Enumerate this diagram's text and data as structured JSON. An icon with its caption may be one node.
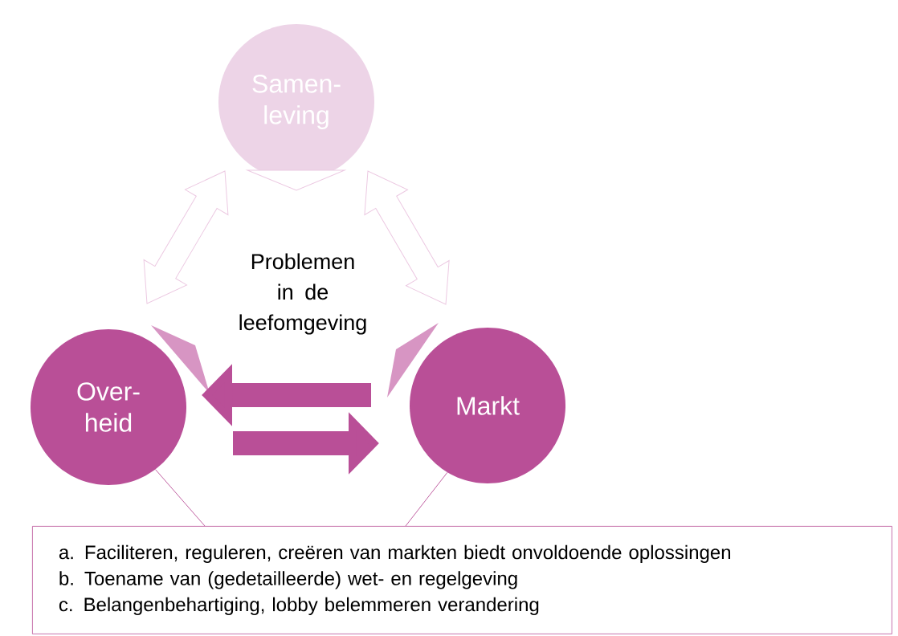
{
  "diagram": {
    "nodes": [
      {
        "text": [
          "Samen- leving"
        ]
      },
      {
        "text": [
          "Over- heid"
        ]
      },
      {
        "text": [
          "Markt"
        ]
      },
      {
        "text": [
          "Problemen in de leefomgeving"
        ]
      },
      {
        "text": [
          "a. Faciliteren, reguleren, creëren van markten biedt onvoldoende oplossingen",
          "b. Toename van (gedetailleerde) wet- en regelgeving",
          "c. Belangenbehartiging, lobby belemmeren verandering"
        ]
      }
    ],
    "edges": [
      {
        "from": 0,
        "to": 1,
        "arrow": "both",
        "color": "#ecc9e2"
      },
      {
        "from": 0,
        "to": 2,
        "arrow": "both",
        "color": "#ecc9e2"
      },
      {
        "from": 0,
        "to": 3,
        "arrow": "to",
        "color": "#ecc9e2"
      },
      {
        "from": 1,
        "to": 3,
        "arrow": "none",
        "color": "#d795c3"
      },
      {
        "from": 2,
        "to": 3,
        "arrow": "none",
        "color": "#d795c3"
      },
      {
        "from": 2,
        "to": 1,
        "arrow": "to",
        "style": "thick"
      },
      {
        "from": 1,
        "to": 2,
        "arrow": "to",
        "style": "thick"
      },
      {
        "from": 4,
        "to": 1,
        "arrow": "none"
      },
      {
        "from": 4,
        "to": 2,
        "arrow": "none"
      }
    ]
  }
}
